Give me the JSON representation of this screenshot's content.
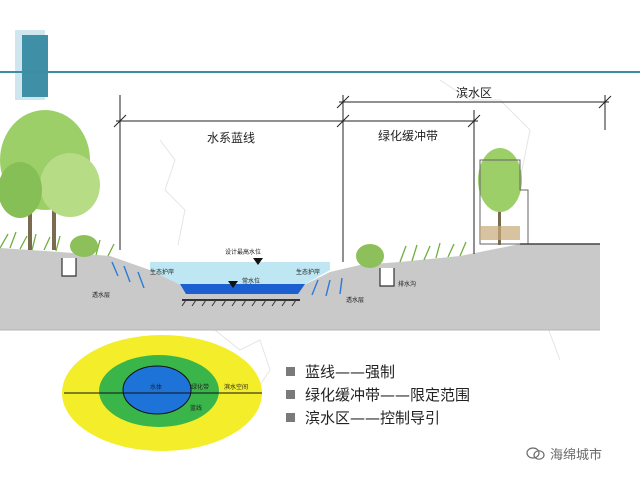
{
  "header": {
    "colors": {
      "line": "#3b8ea5",
      "square": "#3f8fa6",
      "square_light": "#cfe6ee"
    }
  },
  "section": {
    "labels": {
      "riverfront": "滨水区",
      "blue_line": "水系蓝线",
      "green_buffer": "绿化缓冲带"
    },
    "annotations": {
      "design_high_water": "设计最高水位",
      "normal_water": "常水位",
      "eco_bank_left": "生态护岸",
      "eco_bank_right": "生态护岸",
      "permeable_left": "透水层",
      "permeable_right": "透水层",
      "drain": "排水沟"
    },
    "colors": {
      "ground": "#c9c9c9",
      "water_high": "#bfe6f3",
      "water_normal": "#1b5fd0",
      "grass": "#6fae3f"
    }
  },
  "zones": {
    "labels": {
      "water": "水体",
      "blue_line": "蓝线",
      "buffer": "绿化带",
      "riverfront": "滨水空间"
    },
    "colors": {
      "outer": "#f4ee2a",
      "middle": "#39b54a",
      "inner": "#1e73d8"
    }
  },
  "legend": {
    "items": [
      "蓝线——强制",
      "绿化缓冲带——限定范围",
      "滨水区——控制导引"
    ]
  },
  "watermark": {
    "text": "海绵城市",
    "icon": "wechat-logo-icon"
  }
}
